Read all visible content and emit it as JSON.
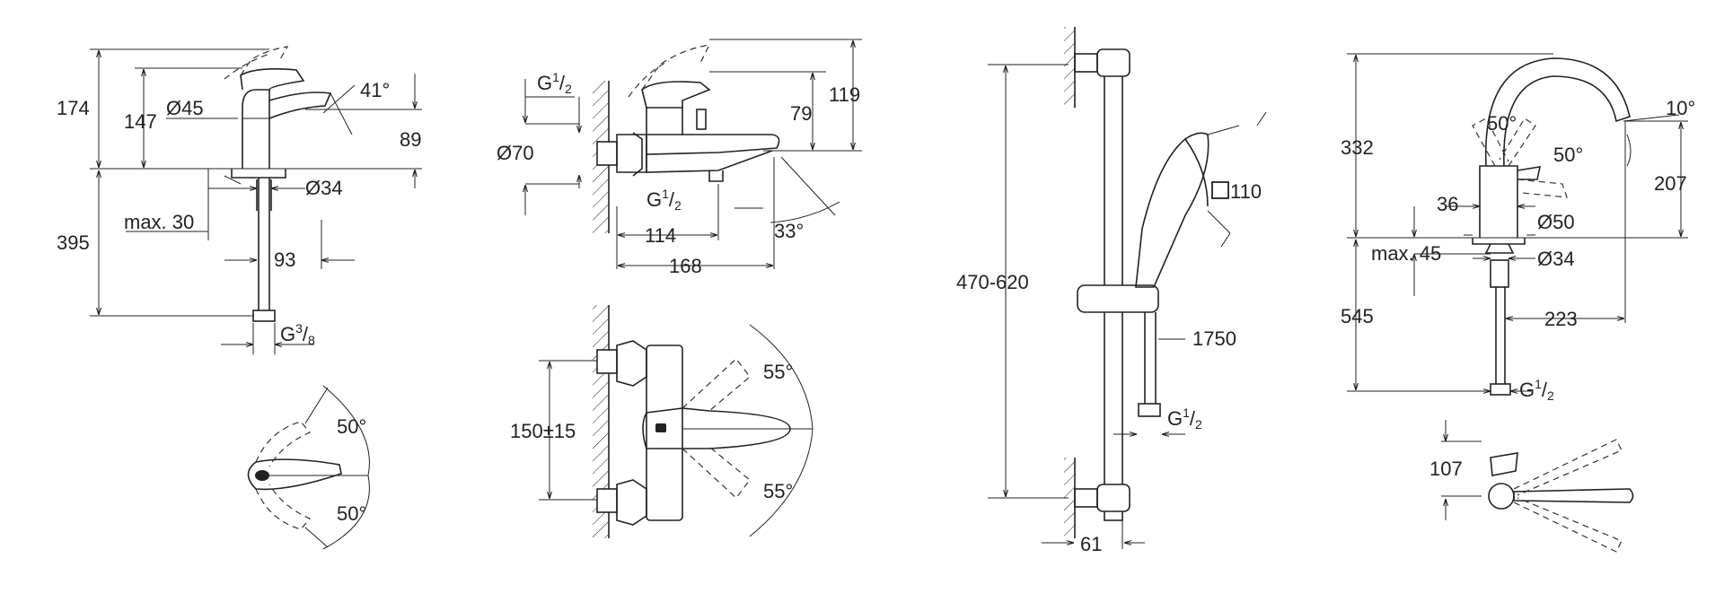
{
  "labels": {
    "basin_height_total": "174",
    "basin_height_spout": "147",
    "basin_spout_dia": "Ø45",
    "basin_angle": "41°",
    "basin_height_89": "89",
    "basin_hole_dia": "Ø34",
    "basin_below": "395",
    "basin_max30": "max. 30",
    "basin_93": "93",
    "basin_g_prefix": "G",
    "basin_g_num": "3",
    "basin_g_den": "8",
    "basin_lever_50a": "50°",
    "basin_lever_50b": "50°",
    "bath_g_prefix": "G",
    "bath_g_num": "1",
    "bath_g_den": "2",
    "bath_dia70": "Ø70",
    "bath_79": "79",
    "bath_119": "119",
    "bath_g2_prefix": "G",
    "bath_g2_num": "1",
    "bath_g2_den": "2",
    "bath_114": "114",
    "bath_33": "33°",
    "bath_168": "168",
    "bath_front_55a": "55°",
    "bath_front_150": "150±15",
    "bath_front_55b": "55°",
    "rail_range": "470-620",
    "rail_square": "110",
    "rail_hose": "1750",
    "rail_g_prefix": "G",
    "rail_g_num": "1",
    "rail_g_den": "2",
    "rail_61": "61",
    "sink_332": "332",
    "sink_50a": "50°",
    "sink_50b": "50°",
    "sink_10": "10°",
    "sink_207": "207",
    "sink_36": "36",
    "sink_dia50": "Ø50",
    "sink_max45": "max. 45",
    "sink_dia34": "Ø34",
    "sink_545": "545",
    "sink_223": "223",
    "sink_g_prefix": "G",
    "sink_g_num": "1",
    "sink_g_den": "2",
    "sink_107": "107"
  }
}
